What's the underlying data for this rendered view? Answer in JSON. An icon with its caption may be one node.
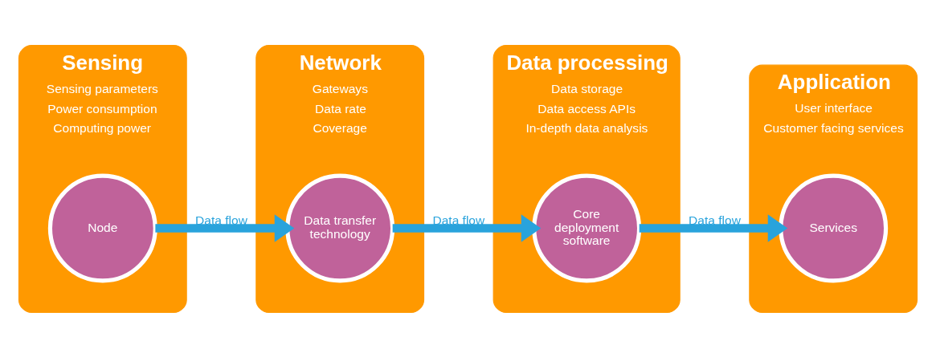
{
  "diagram": {
    "nodes": [
      {
        "text": [
          "Sensing",
          "Sensing parameters",
          "Power consumption",
          "Computing power"
        ]
      },
      {
        "text": [
          "Node"
        ],
        "in": 0
      },
      {
        "text": [
          "Network",
          "Gateways",
          "Data rate",
          "Coverage"
        ]
      },
      {
        "text": [
          "Data transfer technology"
        ],
        "in": 2
      },
      {
        "text": [
          "Data processing",
          "Data storage",
          "Data access APIs",
          "In-depth data analysis"
        ]
      },
      {
        "text": [
          "Core deployment software"
        ],
        "in": 4
      },
      {
        "text": [
          "Application",
          "User interface",
          "Customer facing services"
        ]
      },
      {
        "text": [
          "Services"
        ],
        "in": 6
      }
    ],
    "edges": [
      {
        "from": 1,
        "to": 3,
        "arrow": "to",
        "label": "Data flow"
      },
      {
        "from": 3,
        "to": 5,
        "arrow": "to",
        "label": "Data flow"
      },
      {
        "from": 5,
        "to": 7,
        "arrow": "to",
        "label": "Data flow"
      }
    ]
  }
}
